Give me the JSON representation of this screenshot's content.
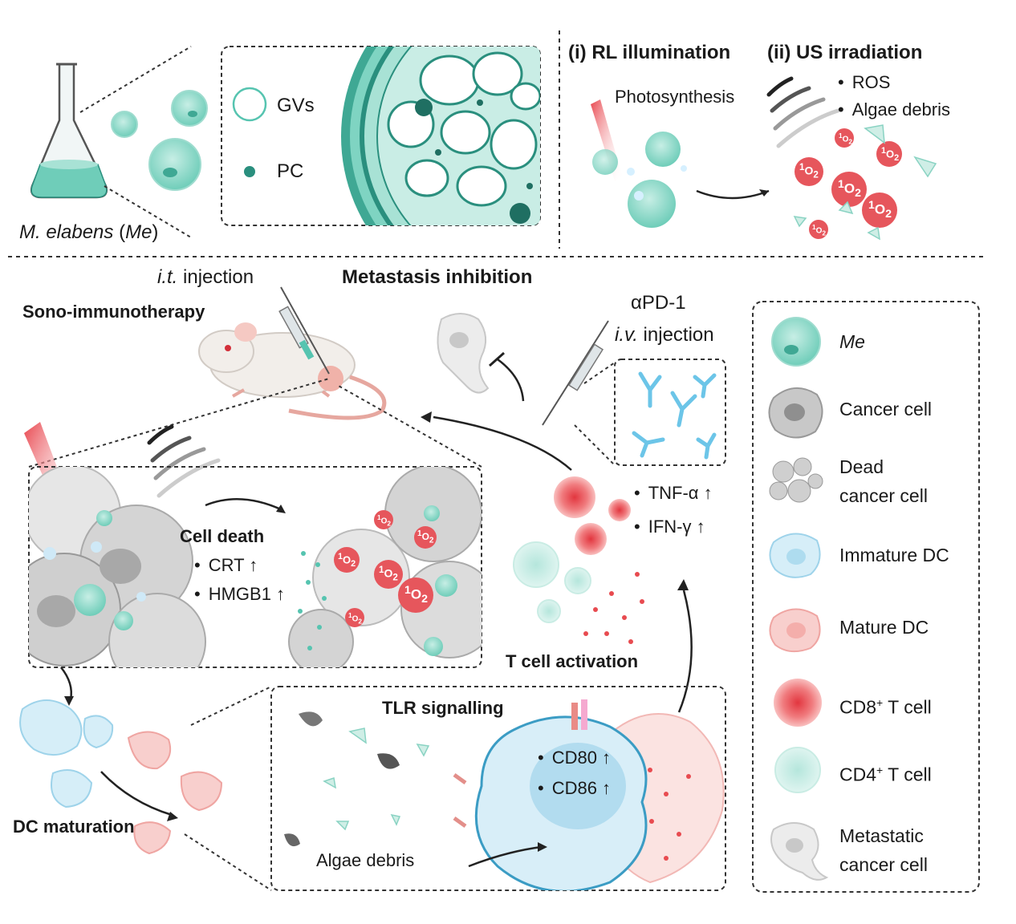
{
  "flask_label": {
    "species": "M. elabens",
    "open": " (",
    "abbr": "Me",
    "close": ")"
  },
  "zoom_box": {
    "gvs_label": "GVs",
    "pc_label": "PC"
  },
  "step_rl": {
    "label": "(i) RL illumination",
    "process": "Photosynthesis"
  },
  "step_us": {
    "label": "(ii) US irradiation",
    "bullets": [
      "ROS",
      "Algae debris"
    ]
  },
  "singlet_oxygen_label": {
    "base": "O",
    "sup": "1",
    "sub": "2"
  },
  "injection": {
    "route_italic": "i.t.",
    "route_rest": " injection"
  },
  "sono_title": "Sono-immunotherapy",
  "metastasis_title": "Metastasis inhibition",
  "apd1": {
    "label": "αPD-1",
    "route_italic": "i.v.",
    "route_rest": " injection"
  },
  "cell_death": {
    "title": "Cell death",
    "bullets": [
      "CRT ↑",
      "HMGB1 ↑"
    ]
  },
  "t_cell": {
    "cytokines": [
      "TNF-α ↑",
      "IFN-γ ↑"
    ],
    "title": "T cell activation"
  },
  "dc_maturation_title": "DC maturation",
  "tlr": {
    "title": "TLR signalling",
    "markers": [
      "CD80 ↑",
      "CD86 ↑"
    ],
    "debris_label": "Algae debris"
  },
  "legend": {
    "items": [
      {
        "label": "Me",
        "icon": "algae-cell-icon"
      },
      {
        "label": "Cancer cell",
        "icon": "cancer-cell-icon"
      },
      {
        "label": "Dead\ncancer cell",
        "icon": "dead-cancer-cell-icon"
      },
      {
        "label": "Immature DC",
        "icon": "immature-dc-icon"
      },
      {
        "label": "Mature DC",
        "icon": "mature-dc-icon"
      },
      {
        "label": "CD8",
        "sup": "+",
        "rest": " T cell",
        "icon": "cd8-t-cell-icon"
      },
      {
        "label": "CD4",
        "sup": "+",
        "rest": " T cell",
        "icon": "cd4-t-cell-icon"
      },
      {
        "label": "Metastatic\ncancer cell",
        "icon": "metastatic-cell-icon"
      }
    ]
  },
  "colors": {
    "teal": "#56c4b0",
    "teal_dark": "#2a8f7e",
    "red": "#e84b50",
    "pink": "#f6b9b8",
    "blue": "#8fd3ea",
    "grey": "#b8b8b8"
  }
}
